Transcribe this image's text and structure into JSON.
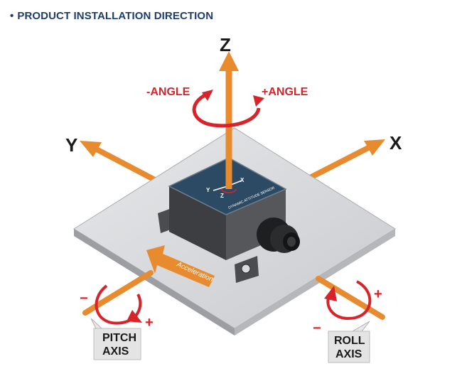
{
  "header": {
    "bullet": "•",
    "title": "PRODUCT INSTALLATION DIRECTION"
  },
  "axes": {
    "z": "Z",
    "y": "Y",
    "x": "X"
  },
  "angles": {
    "negative": "-ANGLE",
    "positive": "+ANGLE"
  },
  "pitch": {
    "line1": "PITCH",
    "line2": "AXIS",
    "minus": "−",
    "plus": "+"
  },
  "roll": {
    "line1": "ROLL",
    "line2": "AXIS",
    "minus": "−",
    "plus": "+"
  },
  "sensor": {
    "label": "DYNAMIC ATTITUDE SENSOR",
    "y": "Y",
    "x": "X",
    "z": "Z"
  },
  "acceleration": "Acceleration",
  "colors": {
    "axis_orange": "#e88a2e",
    "rotation_red": "#d8232a",
    "title_blue": "#1f3d6b",
    "sensor_top": "#2c4a64"
  }
}
